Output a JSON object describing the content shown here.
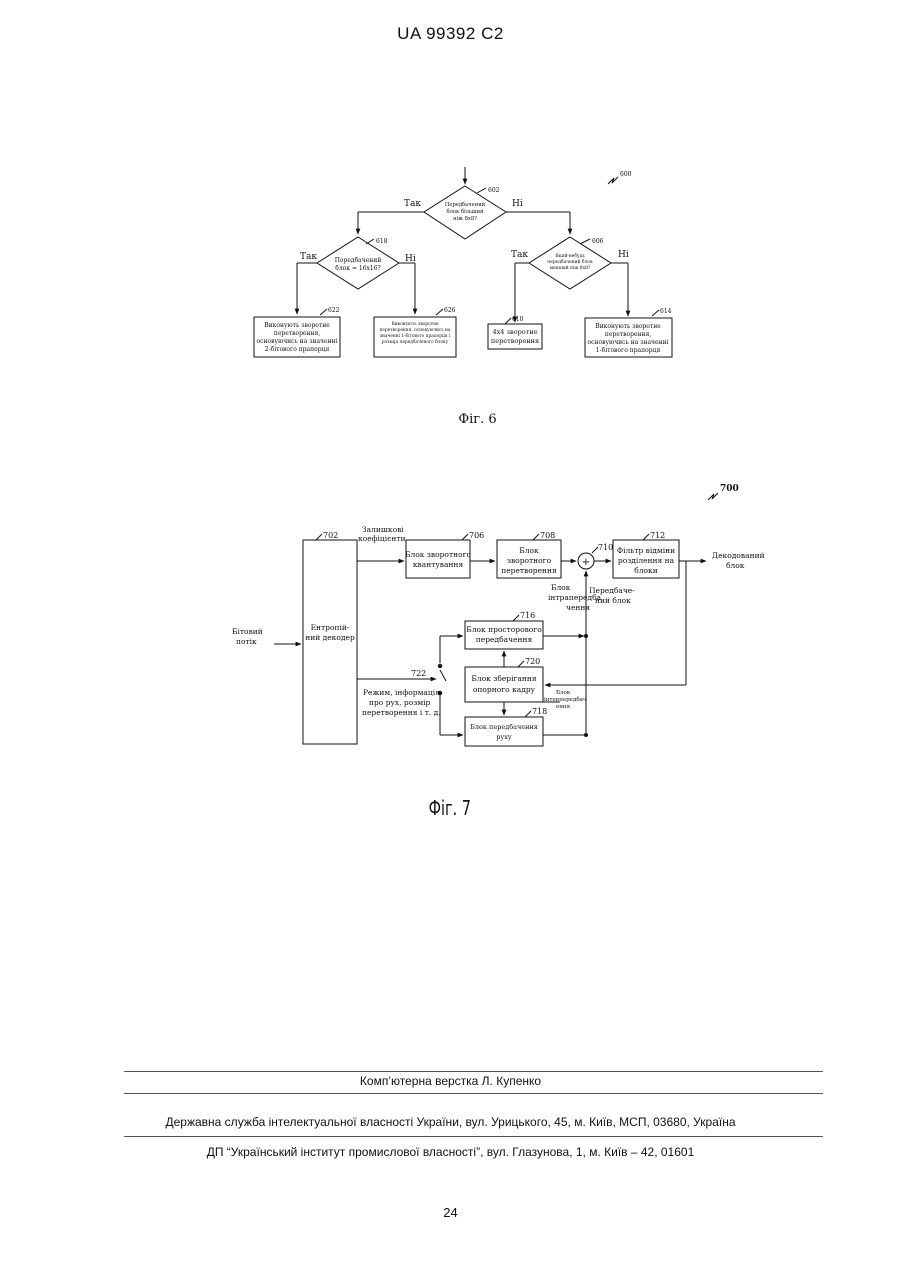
{
  "header": {
    "code": "UA   99392   C2"
  },
  "fig6": {
    "ref": "600",
    "caption": "Фіг. 6",
    "d602": {
      "ref": "602",
      "text": [
        "Передбачений",
        "блок більший",
        "ніж 8х8?"
      ],
      "yes": "Так",
      "no": "Ні"
    },
    "d618": {
      "ref": "618",
      "text": [
        "Передбачений",
        "блок = 16х16?"
      ],
      "yes": "Так",
      "no": "Ні"
    },
    "d606": {
      "ref": "606",
      "text": [
        "Який-небудь",
        "передбачений блок",
        "менший ніж 8х8?"
      ],
      "yes": "Так",
      "no": "Ні"
    },
    "b622": {
      "ref": "622",
      "text": [
        "Виконують зворотне",
        "перетворення,",
        "основуючись на значенні",
        "2-бітового прапорця"
      ]
    },
    "b626": {
      "ref": "626",
      "text": [
        "Виконують зворотне",
        "перетворення, основуючись на",
        "значенні 1-бітового прапорця і",
        "розмірі передбаченого блоку"
      ]
    },
    "b610": {
      "ref": "610",
      "text": [
        "4х4 зворотне",
        "перетворення"
      ]
    },
    "b614": {
      "ref": "614",
      "text": [
        "Виконують зворотне",
        "перетворення,",
        "основуючись на значенні",
        "1-бітового прапорця"
      ]
    }
  },
  "fig7": {
    "ref": "700",
    "caption": "Фіг. 7",
    "bitstream": [
      "Бітовий",
      "потік"
    ],
    "residual": [
      "Залишкові",
      "коефіцієнти"
    ],
    "mode": [
      "Режим, інформація",
      "про рух, розмір",
      "перетворення і т. д."
    ],
    "decoded": [
      "Декодований",
      "блок"
    ],
    "intra": [
      "Блок",
      "інтрапередба",
      "чення"
    ],
    "pred": [
      "Передбаче-",
      "ний блок"
    ],
    "inter": [
      "Блок",
      "інтерпередбач",
      "ення"
    ],
    "b702": {
      "ref": "702",
      "text": [
        "Ентропій-",
        "ний декодер"
      ]
    },
    "b706": {
      "ref": "706",
      "text": [
        "Блок зворотного",
        "квантування"
      ]
    },
    "b708": {
      "ref": "708",
      "text": [
        "Блок",
        "зворотного",
        "перетворення"
      ]
    },
    "s710": {
      "ref": "710",
      "sign": "+"
    },
    "b712": {
      "ref": "712",
      "text": [
        "Фільтр відміни",
        "розділення на",
        "блоки"
      ]
    },
    "b716": {
      "ref": "716",
      "text": [
        "Блок просторового",
        "передбачення"
      ]
    },
    "b720": {
      "ref": "720",
      "text": [
        "Блок зберігання",
        "опорного кадру"
      ]
    },
    "b718": {
      "ref": "718",
      "text": [
        "Блок передбачення",
        "руху"
      ]
    },
    "sw722": {
      "ref": "722"
    }
  },
  "footer": {
    "layout": "Комп’ютерна верстка Л. Купенко",
    "agency": "Державна служба інтелектуальної власності України, вул. Урицького, 45, м. Київ, МСП, 03680, Україна",
    "institute": "ДП “Український інститут промислової власності”, вул. Глазунова, 1, м. Київ – 42, 01601",
    "page": "24"
  }
}
